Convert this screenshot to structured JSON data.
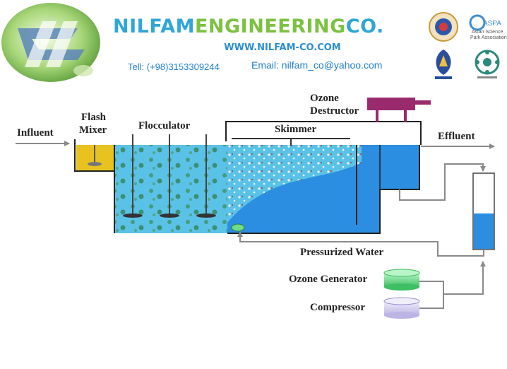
{
  "header": {
    "company_part1": "NILFAM",
    "company_part2": "ENGINEERING",
    "company_part3": "CO.",
    "website": "WWW.NILFAM-CO.COM",
    "tell": "Tell: (+98)3153309244",
    "email": "Email: nilfam_co@yahoo.com",
    "aspa_logo_text": "ASPA",
    "aspa_sub1": "Asian Science",
    "aspa_sub2": "Park Association"
  },
  "diagram": {
    "labels": {
      "influent": "Influent",
      "flash_mixer_1": "Flash",
      "flash_mixer_2": "Mixer",
      "flocculator": "Flocculator",
      "ozone_destructor_1": "Ozone",
      "ozone_destructor_2": "Destructor",
      "skimmer": "Skimmer",
      "effluent": "Effluent",
      "pressurized_water": "Pressurized Water",
      "ozone_generator": "Ozone Generator",
      "compressor": "Compressor"
    },
    "colors": {
      "water": "#5bc2e7",
      "clear_water": "#2b8ee0",
      "flash_mixer": "#e8c320",
      "ozone_destructor": "#9a2a6e",
      "ozone_generator": "#6fdc8c",
      "compressor": "#d7d2f0",
      "pipe": "#8a8a8a"
    }
  }
}
